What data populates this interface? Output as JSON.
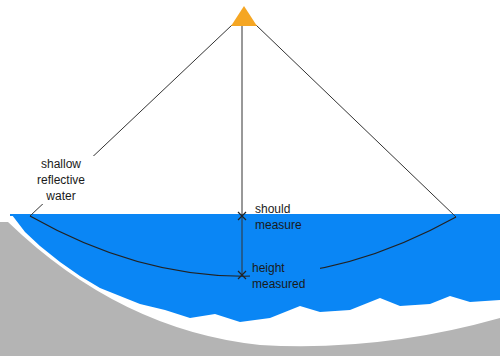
{
  "diagram": {
    "labels": [
      "shallow reflective water",
      "should measure",
      "height measured"
    ]
  }
}
